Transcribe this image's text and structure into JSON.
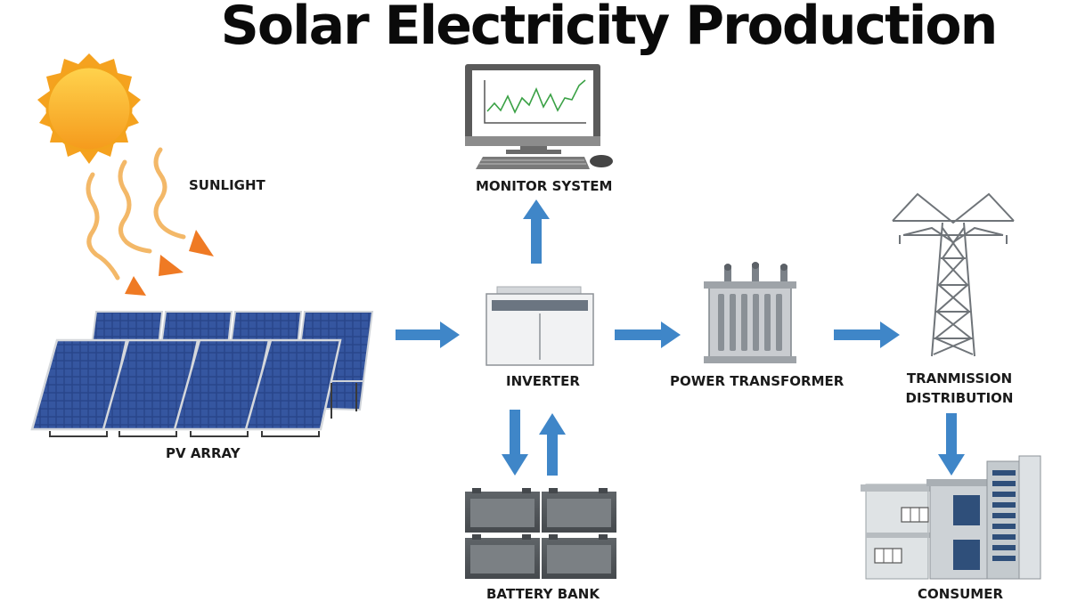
{
  "title": "Solar Electricity Production",
  "labels": {
    "sunlight": "SUNLIGHT",
    "pv_array": "PV ARRAY",
    "monitor_system": "MONITOR SYSTEM",
    "inverter": "INVERTER",
    "power_transformer": "POWER TRANSFORMER",
    "transmission_line1": "TRANMISSION",
    "transmission_line2": "DISTRIBUTION",
    "battery_bank": "BATTERY BANK",
    "consumer": "CONSUMER"
  },
  "colors": {
    "arrow": "#3f86c8",
    "sun_ray": "#ef7a24",
    "panel": "#2e4a8c",
    "text": "#1a1a1a"
  },
  "icons": [
    "sun-icon",
    "solar-panel-icon",
    "computer-monitor-icon",
    "inverter-icon",
    "transformer-icon",
    "transmission-tower-icon",
    "battery-icon",
    "building-icon"
  ]
}
